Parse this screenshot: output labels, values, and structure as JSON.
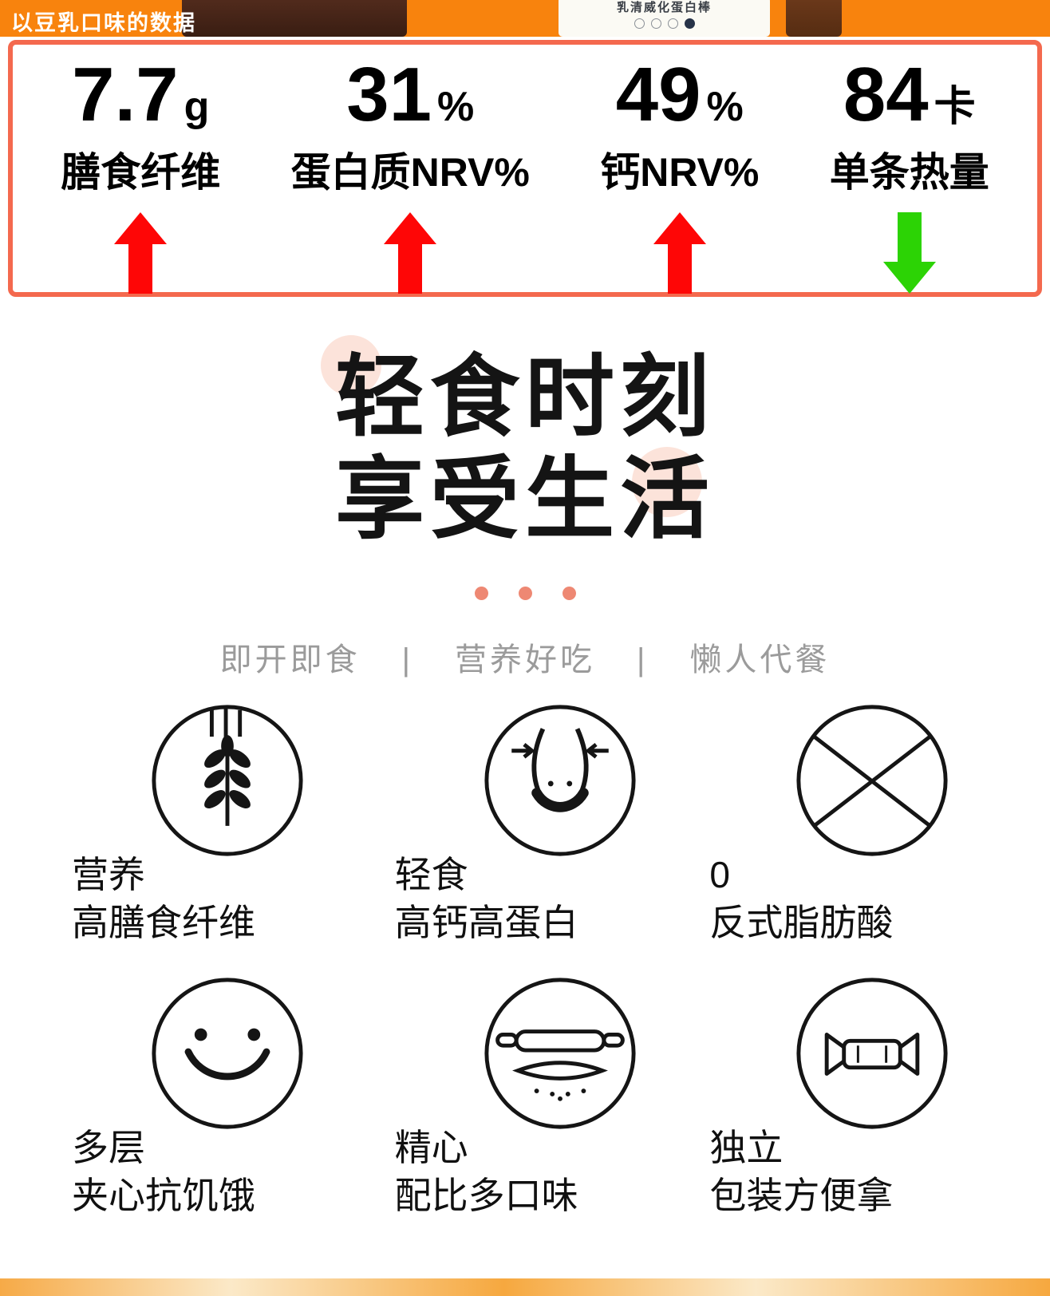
{
  "theme": {
    "orange": "#f8830d",
    "stats_border": "#f4694e",
    "arrow_up": "#fe0606",
    "arrow_down": "#2cd305",
    "accent_pink": "#fce3da",
    "dot_salmon": "#ee8873",
    "muted_gray": "#9b9b9b",
    "ink": "#141414"
  },
  "topbar": {
    "note": "以豆乳口味的数据",
    "package_label": "乳清威化蛋白棒"
  },
  "stats": {
    "items": [
      {
        "value": "7.7",
        "unit": "g",
        "label": "膳食纤维",
        "trend": "up"
      },
      {
        "value": "31",
        "unit": "%",
        "label": "蛋白质NRV%",
        "trend": "up"
      },
      {
        "value": "49",
        "unit": "%",
        "label": "钙NRV%",
        "trend": "up"
      },
      {
        "value": "84",
        "unit": "卡",
        "label": "单条热量",
        "trend": "down"
      }
    ]
  },
  "hero": {
    "title_line1": "轻食时刻",
    "title_line2": "享受生活"
  },
  "selling_points": [
    "即开即食",
    "营养好吃",
    "懒人代餐"
  ],
  "features": [
    {
      "icon": "wheat-icon",
      "line1": "营养",
      "line2": "高膳食纤维"
    },
    {
      "icon": "waist-icon",
      "line1": "轻食",
      "line2": "高钙高蛋白"
    },
    {
      "icon": "no-trans-fat-icon",
      "line1": "0",
      "line2": "反式脂肪酸"
    },
    {
      "icon": "smile-icon",
      "line1": "多层",
      "line2": "夹心抗饥饿"
    },
    {
      "icon": "rolling-pin-icon",
      "line1": "精心",
      "line2": "配比多口味"
    },
    {
      "icon": "wrapped-bar-icon",
      "line1": "独立",
      "line2": "包装方便拿"
    }
  ]
}
